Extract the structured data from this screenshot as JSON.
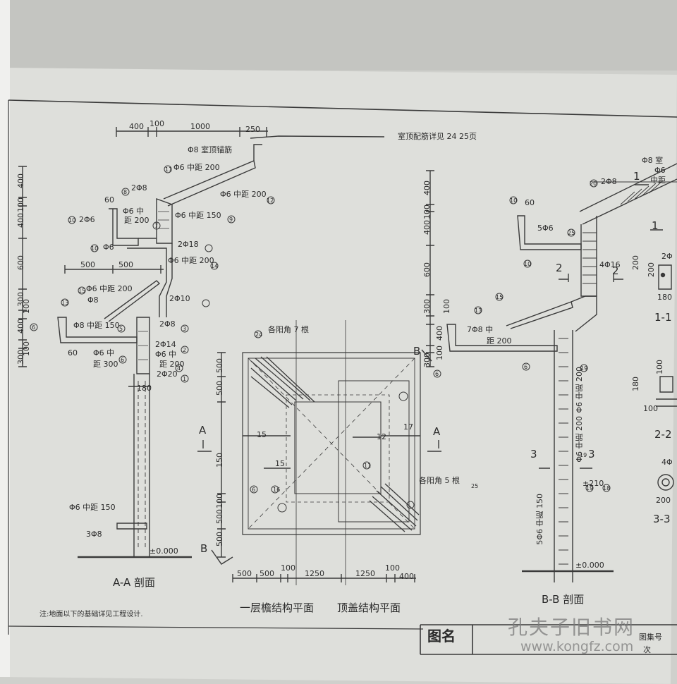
{
  "titles": {
    "aa": "A-A 剖面",
    "bb": "B-B 剖面",
    "plan1": "一层檐结构平面",
    "plan2": "顶盖结构平面",
    "s11": "1-1",
    "s22": "2-2",
    "s33": "3-3"
  },
  "note": "注:地面以下的基础详见工程设计.",
  "roof_note": "室顶配筋详见 24 25页",
  "title_block": {
    "label": "图名",
    "drawing_no": "图集号",
    "page": "次"
  },
  "watermark": {
    "cn": "孔夫子旧书网",
    "url": "www.kongfz.com"
  },
  "aa_section": {
    "top_dims": [
      "400",
      "100",
      "1000",
      "250"
    ],
    "left_dims": [
      "400",
      "100",
      "400",
      "600",
      "300",
      "100",
      "400",
      "100",
      "300"
    ],
    "mid_dims": [
      "500",
      "500"
    ],
    "callouts": [
      "Φ8 室顶锚筋",
      "Φ6 中距 200",
      "Φ6 中距 200",
      "2Φ8",
      "60",
      "2Φ6",
      "Φ6 中",
      "距 200",
      "Φ6",
      "Φ6 中距 150",
      "2Φ18",
      "Φ6 中距 200",
      "Φ6 中距 200",
      "Φ8",
      "2Φ10",
      "Φ8 中距 150",
      "2Φ8",
      "2Φ14",
      "Φ6 中",
      "距 200",
      "2Φ20",
      "60",
      "Φ6 中",
      "距 300",
      "180",
      "Φ6 中距 150",
      "3Φ8",
      "±0.000"
    ],
    "marks": [
      "11",
      "8",
      "9",
      "10",
      "7",
      "10",
      "14",
      "15",
      "13",
      "6",
      "5",
      "3",
      "2",
      "4",
      "1",
      "6",
      "12"
    ]
  },
  "plan": {
    "left_dims": [
      "500",
      "500",
      "150",
      "100",
      "500",
      "500"
    ],
    "bottom_dims": [
      "500",
      "500",
      "100",
      "1250",
      "1250",
      "100",
      "400"
    ],
    "notes": [
      "各阳角 7 根",
      "各阳角 5 根"
    ],
    "marks": [
      "24",
      "15",
      "15",
      "16",
      "6",
      "17",
      "12",
      "11",
      "25",
      "6"
    ],
    "sections": [
      "A",
      "A",
      "B",
      "B"
    ]
  },
  "bb_section": {
    "left_dims": [
      "400",
      "100",
      "400",
      "600",
      "300",
      "100",
      "400",
      "100",
      "300"
    ],
    "callouts": [
      "2Φ8",
      "Φ8 室",
      "Φ6",
      "中距",
      "60",
      "5Φ6",
      "4Φ16",
      "200",
      "7Φ8 中",
      "距 200",
      "Φ6 中距 200",
      "Φ6 中距 200",
      "5Φ6 中距 150",
      "±0.000",
      "±210"
    ],
    "marks": [
      "20",
      "10",
      "25",
      "10",
      "15",
      "13",
      "6",
      "19",
      "19",
      "19",
      "18"
    ],
    "sections": [
      "1",
      "1",
      "2",
      "2",
      "3",
      "3"
    ]
  },
  "details": {
    "d11": [
      "2Φ",
      "200",
      "180"
    ],
    "d22": [
      "100",
      "180",
      "100"
    ],
    "d33": [
      "4Φ",
      "200"
    ]
  }
}
